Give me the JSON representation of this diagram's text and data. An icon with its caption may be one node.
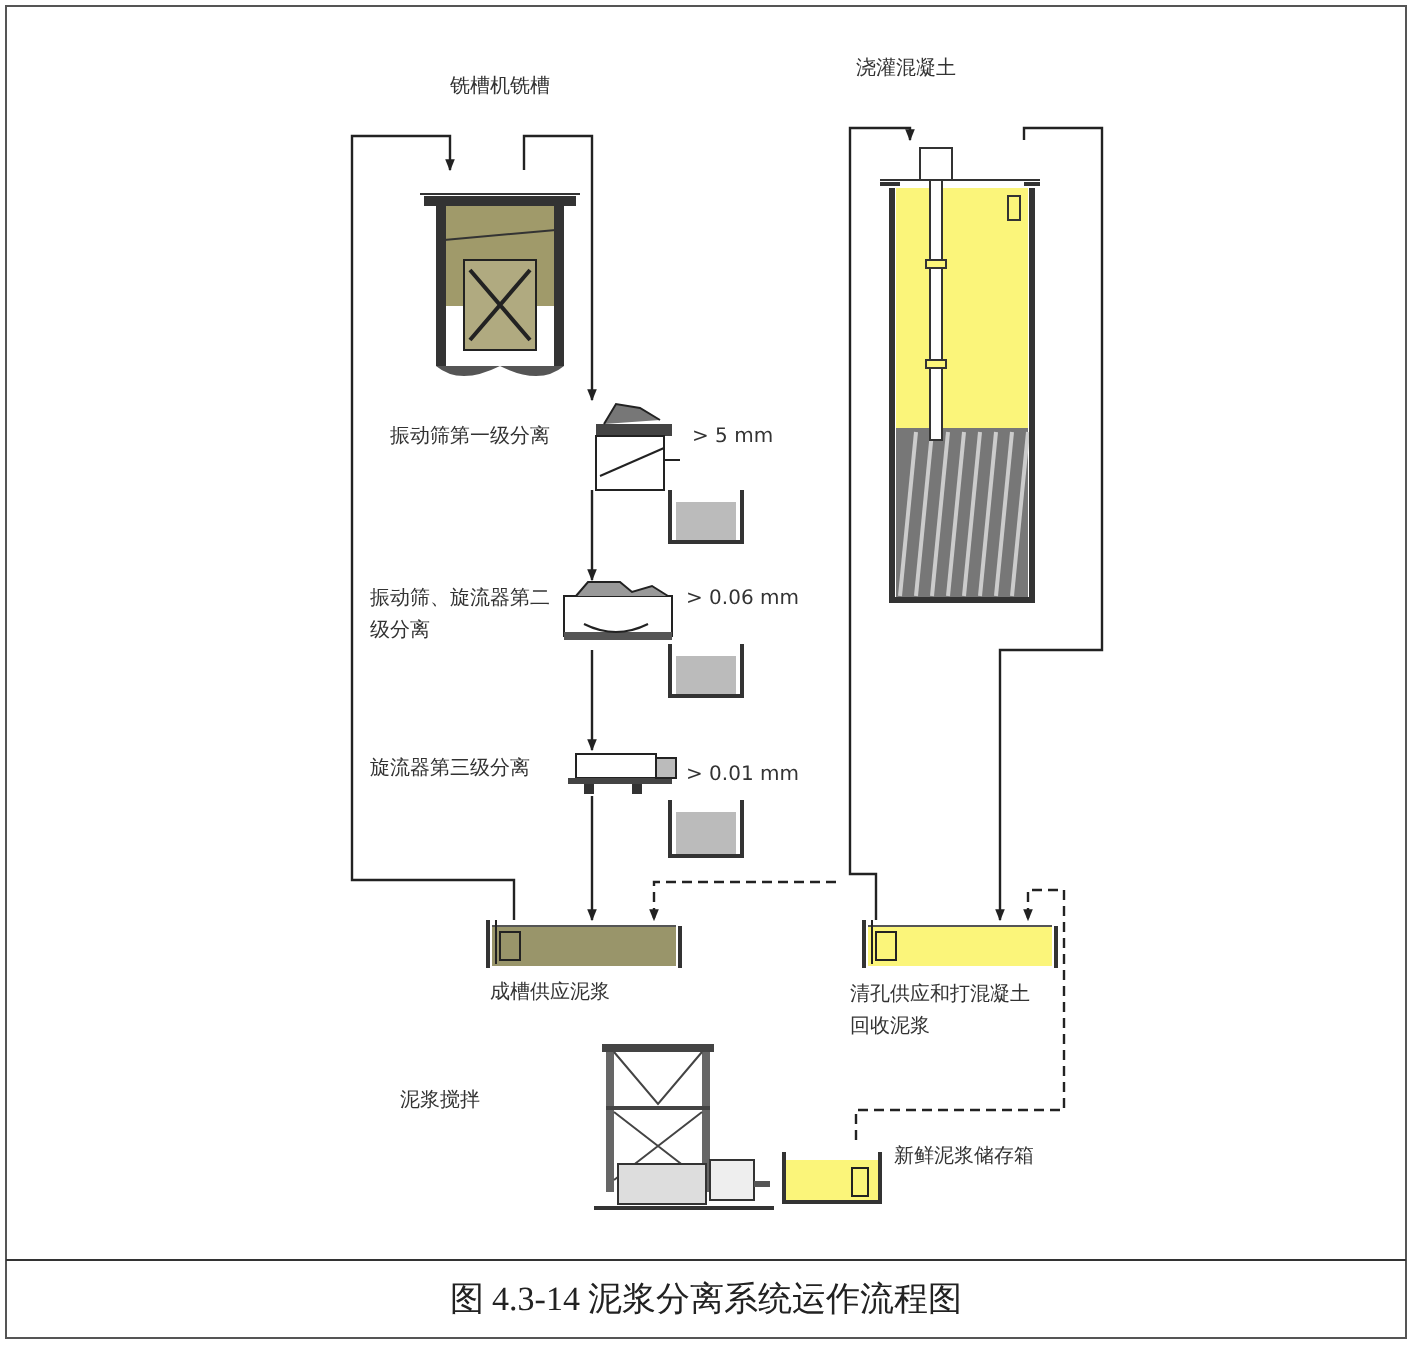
{
  "diagram": {
    "caption": "图 4.3-14  泥浆分离系统运作流程图",
    "nodes": [
      {
        "text": [],
        "shape": "picture"
      },
      {
        "text": [],
        "shape": "picture",
        "beside": [
          "振动筛第一级分离",
          "> 5 mm"
        ]
      },
      {
        "text": [],
        "shape": "picture",
        "beside": [
          "振动筛、旋流器第二级分离",
          "> 0.06 mm"
        ]
      },
      {
        "text": [],
        "shape": "picture",
        "beside": [
          "旋流器第三级分离",
          "> 0.01 mm"
        ]
      },
      {
        "text": [],
        "shape": "picture",
        "beside": [
          "成槽供应泥浆"
        ]
      },
      {
        "text": [],
        "shape": "picture"
      },
      {
        "text": [],
        "shape": "picture",
        "beside": [
          "清孔供应和打混凝土回收泥浆"
        ]
      },
      {
        "text": [],
        "shape": "picture"
      },
      {
        "text": [],
        "shape": "picture",
        "beside": [
          "新鲜泥浆储存箱"
        ]
      }
    ],
    "edges": [
      {
        "from": 0,
        "to": 1,
        "arrow": "to"
      },
      {
        "from": 1,
        "to": 2,
        "arrow": "to"
      },
      {
        "from": 2,
        "to": 3,
        "arrow": "to"
      },
      {
        "from": 3,
        "to": 4,
        "arrow": "to"
      },
      {
        "from": 4,
        "to": 0,
        "arrow": "to"
      },
      {
        "from": 5,
        "to": 6,
        "arrow": "to"
      },
      {
        "from": 6,
        "to": 5,
        "arrow": "to"
      },
      {
        "from": 8,
        "to": 6,
        "arrow": "to",
        "style": "dashed"
      },
      {
        "from": null,
        "to": 4,
        "arrow": "to",
        "style": "dashed"
      }
    ],
    "labels": [
      "铣槽机铣槽",
      "浇灌混凝土",
      "泥浆搅拌"
    ]
  }
}
